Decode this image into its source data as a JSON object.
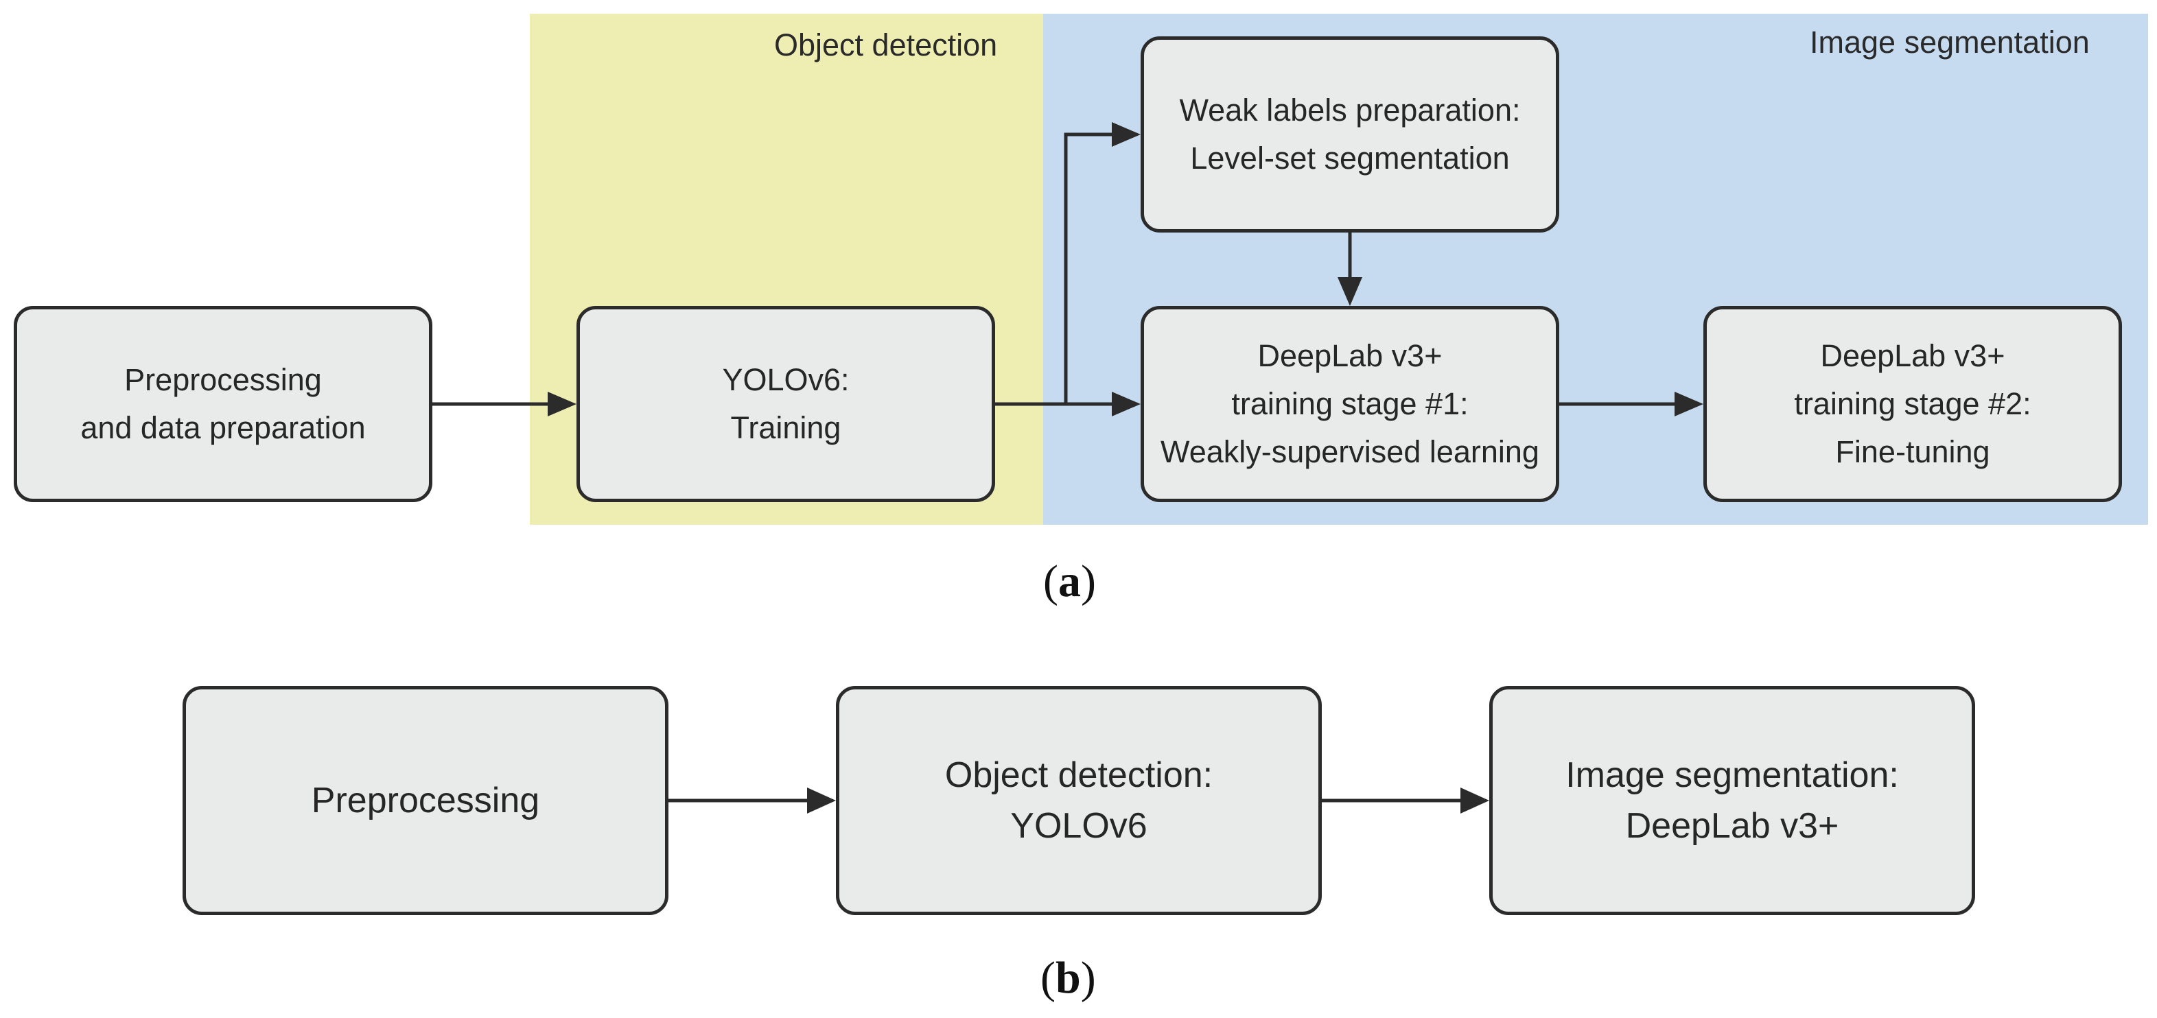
{
  "colors": {
    "object_detection_bg": "#efeeb2",
    "image_segmentation_bg": "#c6dbef",
    "node_fill": "#e9eaea",
    "node_border": "#2b2b2b",
    "arrow": "#2b2b2b"
  },
  "panel_a": {
    "regions": {
      "object_detection": "Object detection",
      "image_segmentation": "Image segmentation"
    },
    "nodes": {
      "preprocessing": [
        "Preprocessing",
        "and data preparation"
      ],
      "yolo": [
        "YOLOv6:",
        "Training"
      ],
      "weak_labels": [
        "Weak labels preparation:",
        "Level-set segmentation"
      ],
      "deeplab_stage1": [
        "DeepLab v3+",
        "training stage #1:",
        "Weakly-supervised learning"
      ],
      "deeplab_stage2": [
        "DeepLab v3+",
        "training stage #2:",
        "Fine-tuning"
      ]
    },
    "caption": {
      "open": "(",
      "letter": "a",
      "close": ")"
    }
  },
  "panel_b": {
    "nodes": {
      "preprocessing": [
        "Preprocessing"
      ],
      "object_detection": [
        "Object detection:",
        "YOLOv6"
      ],
      "image_segmentation": [
        "Image segmentation:",
        "DeepLab v3+"
      ]
    },
    "caption": {
      "open": "(",
      "letter": "b",
      "close": ")"
    }
  }
}
